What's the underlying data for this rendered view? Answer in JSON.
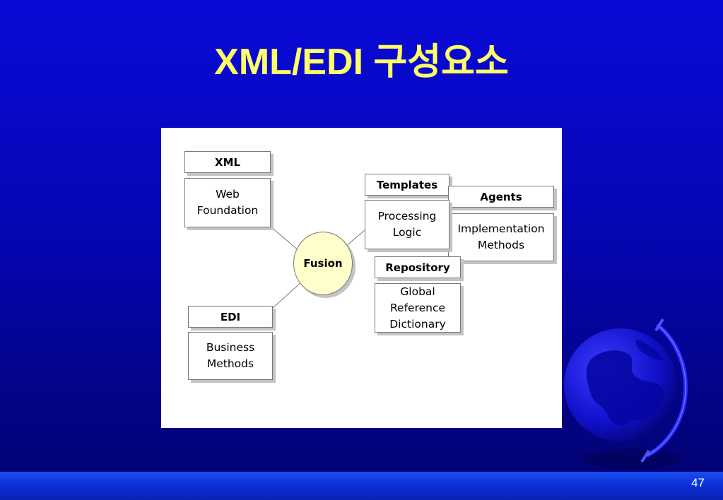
{
  "slide": {
    "title": "XML/EDI 구성요소",
    "page_number": "47"
  },
  "diagram": {
    "center": "Fusion",
    "xml": {
      "header": "XML",
      "body": "Web\nFoundation"
    },
    "edi": {
      "header": "EDI",
      "body": "Business\nMethods"
    },
    "templates": {
      "header": "Templates",
      "body": "Processing\nLogic"
    },
    "agents": {
      "header": "Agents",
      "body": "Implementation\nMethods"
    },
    "repository": {
      "header": "Repository",
      "body": "Global\nReference\nDictionary"
    }
  },
  "decorations": {
    "globe_icon": "globe-icon",
    "colors": {
      "background": "#0606b4",
      "title": "#ffff66",
      "fusion_fill": "#ffffcc",
      "footer_bar": "#1a4df0"
    }
  }
}
